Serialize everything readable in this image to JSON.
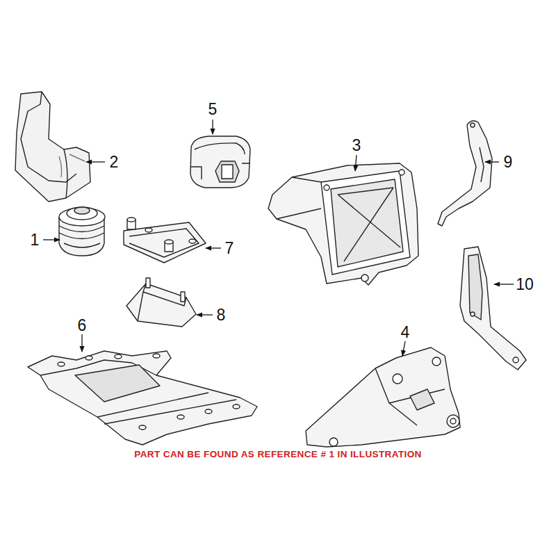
{
  "diagram": {
    "labels": [
      "5",
      "3",
      "9",
      "2",
      "1",
      "7",
      "10",
      "8",
      "6",
      "4",
      "PART CAN BE FOUND AS REFERENCE # 1 IN ILLUSTRATION"
    ]
  }
}
